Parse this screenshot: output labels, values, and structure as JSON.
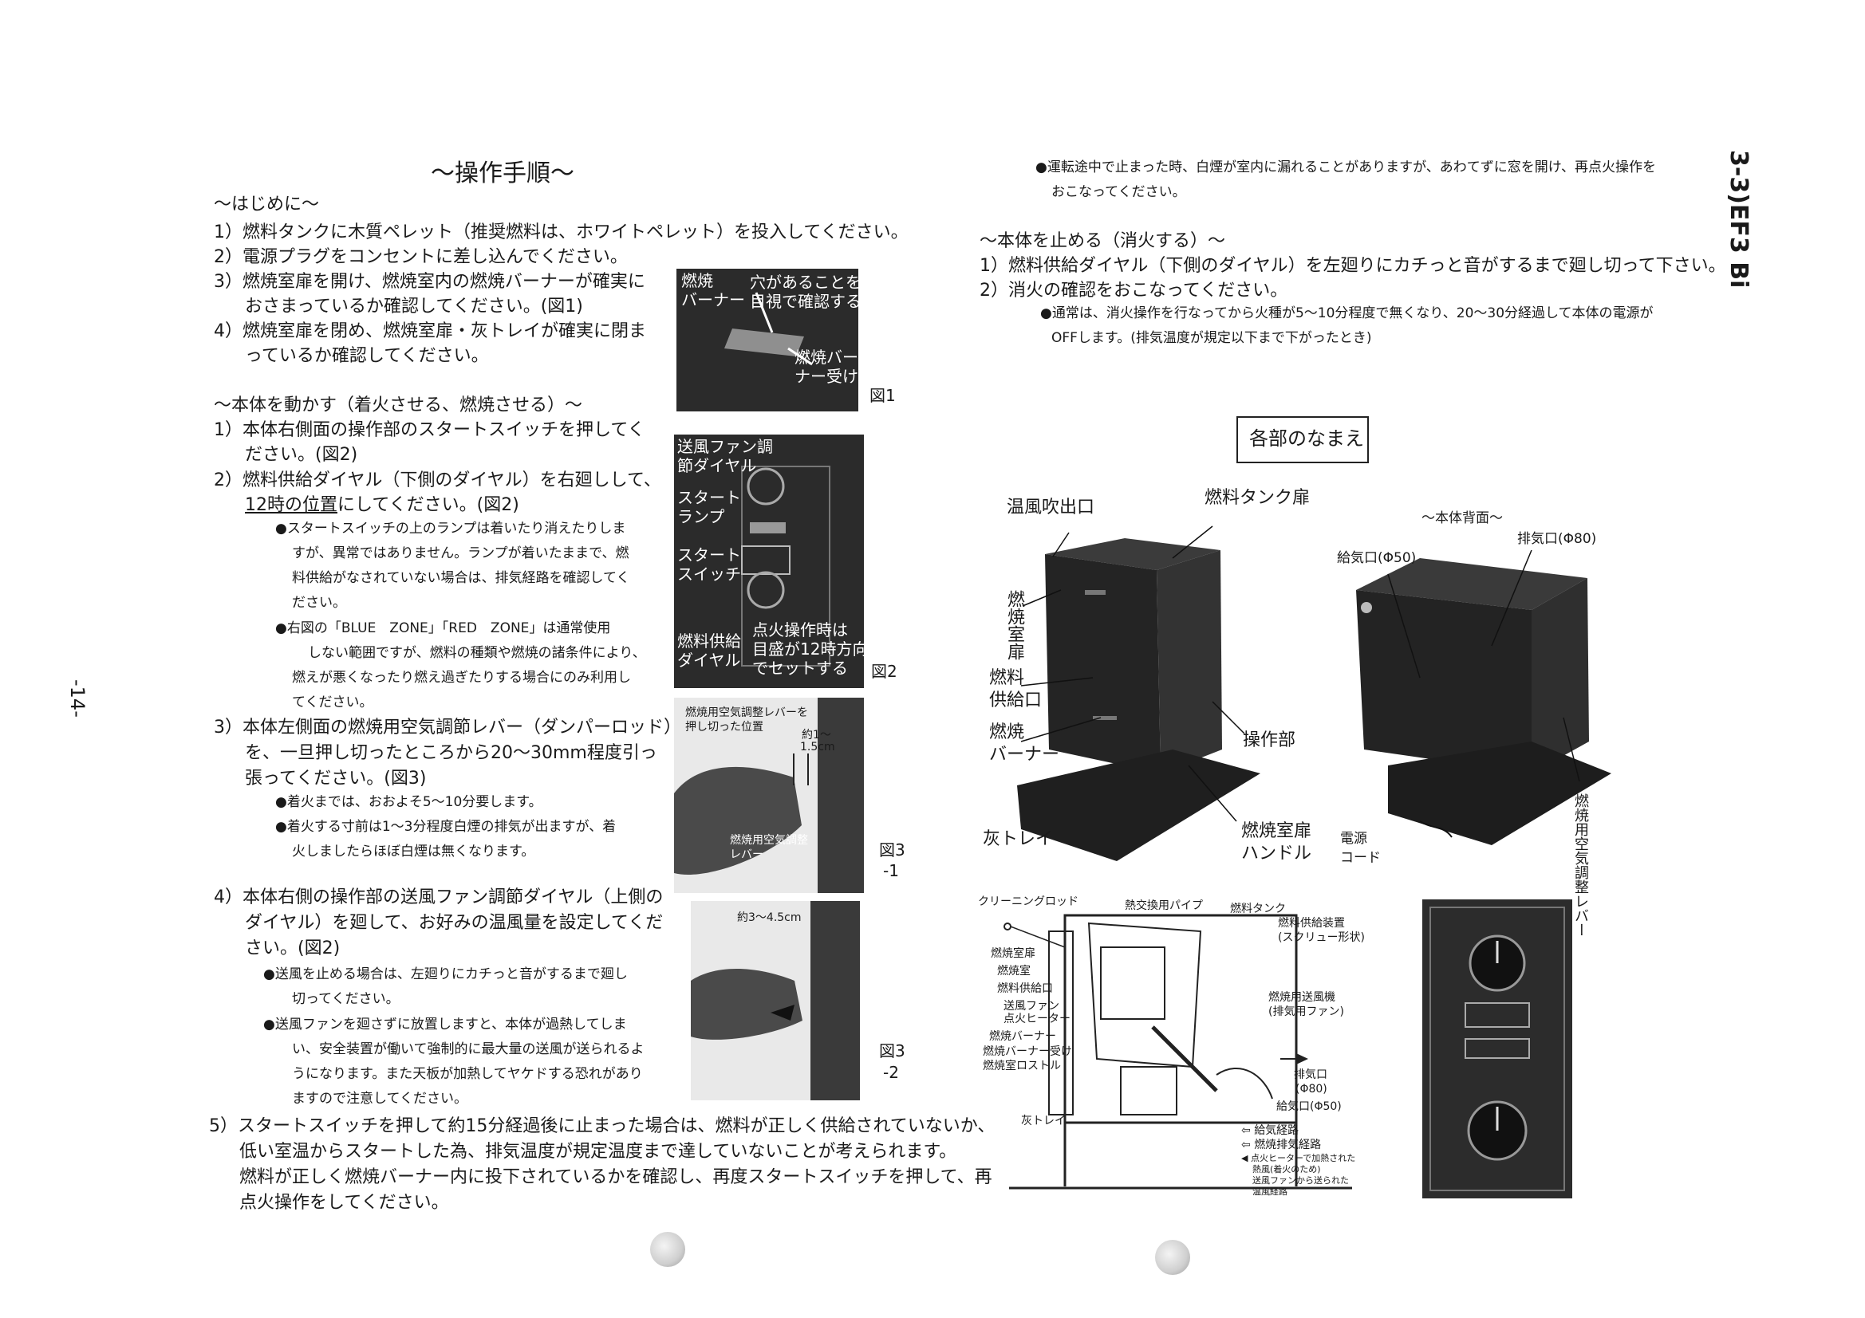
{
  "left": {
    "title": "～操作手順～",
    "intro_header": "～はじめに～",
    "intro_1": "1）燃料タンクに木質ペレット（推奨燃料は、ホワイトペレット）を投入してください。",
    "intro_2": "2）電源プラグをコンセントに差し込んでください。",
    "intro_3a": "3）燃焼室扉を開け、燃焼室内の燃焼バーナーが確実に",
    "intro_3b": "おさまっているか確認してください。(図1)",
    "intro_4a": "4）燃焼室扉を閉め、燃焼室扉・灰トレイが確実に閉ま",
    "intro_4b": "っているか確認してください。",
    "start_header": "～本体を動かす（着火させる、燃焼させる）～",
    "s1a": "1）本体右側面の操作部のスタートスイッチを押してく",
    "s1b": "ださい。(図2)",
    "s2a": "2）燃料供給ダイヤル（下側のダイヤル）を右廻しして、",
    "s2b_u": "12時の位置",
    "s2b_rest": "にしてください。(図2)",
    "n1a": "●スタートスイッチの上のランプは着いたり消えたりしま",
    "n1b": "すが、異常ではありません。ランプが着いたままで、燃",
    "n1c": "料供給がなされていない場合は、排気経路を確認してく",
    "n1d": "ださい。",
    "n2a": "●右図の「BLUE　ZONE」「RED　ZONE」は通常使用",
    "n2b": "しない範囲ですが、燃料の種類や燃焼の諸条件により、",
    "n2c": "燃えが悪くなったり燃え過ぎたりする場合にのみ利用し",
    "n2d": "てください。",
    "s3a": "3）本体左側面の燃焼用空気調節レバー（ダンパーロッド）",
    "s3b": "を、一旦押し切ったところから20～30mm程度引っ",
    "s3c": "張ってください。(図3)",
    "n3": "●着火までは、おおよそ5～10分要します。",
    "n4a": "●着火する寸前は1～3分程度白煙の排気が出ますが、着",
    "n4b": "火しましたらほぼ白煙は無くなります。",
    "s4a": "4）本体右側の操作部の送風ファン調節ダイヤル（上側の",
    "s4b": "ダイヤル）を廻して、お好みの温風量を設定してくだ",
    "s4c": "さい。(図2)",
    "n5a": "●送風を止める場合は、左廻りにカチっと音がするまで廻し",
    "n5b": "切ってください。",
    "n6a": "●送風ファンを廻さずに放置しますと、本体が過熱してしま",
    "n6b": "い、安全装置が働いて強制的に最大量の送風が送られるよ",
    "n6c": "うになります。また天板が加熱してヤケドする恐れがあり",
    "n6d": "ますので注意してください。",
    "s5a": "5）スタートスイッチを押して約15分経過後に止まった場合は、燃料が正しく供給されていないか、",
    "s5b": "低い室温からスタートした為、排気温度が規定温度まで達していないことが考えられます。",
    "s5c": "燃料が正しく燃焼バーナー内に投下されているかを確認し、再度スタートスイッチを押して、再",
    "s5d": "点火操作をしてください。",
    "page_number": "-14-"
  },
  "figures": {
    "fig1_label": "図1",
    "fig1_a": "燃焼",
    "fig1_b": "バーナー",
    "fig1_c": "穴があることを",
    "fig1_d": "目視で確認する",
    "fig1_e": "燃焼バー",
    "fig1_f": "ナー受け",
    "fig2_label": "図2",
    "fig2_a": "送風ファン調",
    "fig2_b": "節ダイヤル",
    "fig2_c": "スタート",
    "fig2_d": "ランプ",
    "fig2_e": "スタート",
    "fig2_f": "スイッチ",
    "fig2_g": "燃料供給",
    "fig2_h": "ダイヤル",
    "fig2_i": "点火操作時は",
    "fig2_j": "目盛が12時方向",
    "fig2_k": "でセットする",
    "fig3_1_label_a": "図3",
    "fig3_1_label_b": "-1",
    "fig3_1_a": "燃焼用空気調整レバーを",
    "fig3_1_b": "押し切った位置",
    "fig3_1_c": "約1～",
    "fig3_1_d": "1.5cm",
    "fig3_1_e": "燃焼用空気調整",
    "fig3_1_f": "レバー",
    "fig3_2_label_a": "図3",
    "fig3_2_label_b": "-2",
    "fig3_2_a": "約3～4.5cm"
  },
  "right": {
    "note_top_a": "●運転途中で止まった時、白煙が室内に漏れることがありますが、あわてずに窓を開け、再点火操作を",
    "note_top_b": "おこなってください。",
    "stop_header": "～本体を止める（消火する）～",
    "stop_1": "1）燃料供給ダイヤル（下側のダイヤル）を左廻りにカチっと音がするまで廻し切って下さい。",
    "stop_2": "2）消火の確認をおこなってください。",
    "stop_note_a": "●通常は、消火操作を行なってから火種が5～10分程度で無くなり、20～30分経過して本体の電源が",
    "stop_note_b": "OFFします。(排気温度が規定以下まで下がったとき)",
    "parts_title": "各部のなまえ",
    "parts": {
      "hot_air": "温風吹出口",
      "tank_door": "燃料タンク扉",
      "chamber_door": "燃焼室扉",
      "fuel_inlet_a": "燃料",
      "fuel_inlet_b": "供給口",
      "burner_a": "燃焼",
      "burner_b": "バーナー",
      "operation": "操作部",
      "ash_tray": "灰トレイ",
      "door_handle_a": "燃焼室扉",
      "door_handle_b": "ハンドル",
      "back_view": "～本体背面～",
      "exhaust": "排気口(Φ80)",
      "intake": "給気口(Φ50)",
      "power_a": "電源",
      "power_b": "コード",
      "air_lever": "燃焼用空気調整レバー"
    },
    "section": {
      "cleaning_rod": "クリーニングロッド",
      "heat_pipe": "熱交換用パイプ",
      "fuel_tank": "燃料タンク",
      "fuel_supply_a": "燃料供給装置",
      "fuel_supply_b": "(スクリュー形状)",
      "chamber_door": "燃焼室扉",
      "chamber": "燃焼室",
      "fuel_inlet": "燃料供給口",
      "fan_a": "送風ファン",
      "fan_b": "点火ヒーター",
      "blower_a": "燃焼用送風機",
      "blower_b": "(排気用ファン)",
      "burner": "燃焼バーナー",
      "burner_seat": "燃焼バーナー受け",
      "grate": "燃焼室ロストル",
      "exhaust_a": "排気口",
      "exhaust_b": "(Φ80)",
      "intake": "給気口(Φ50)",
      "ash_tray": "灰トレイ",
      "legend_1": "給気経路",
      "legend_2": "燃焼排気経路",
      "legend_3a": "点火ヒーターで加熱された",
      "legend_3b": "熱風(着火のため)",
      "legend_4a": "送風ファンから送られた",
      "legend_4b": "温風経路"
    },
    "side_title": "3-3)EF3 Bi"
  }
}
